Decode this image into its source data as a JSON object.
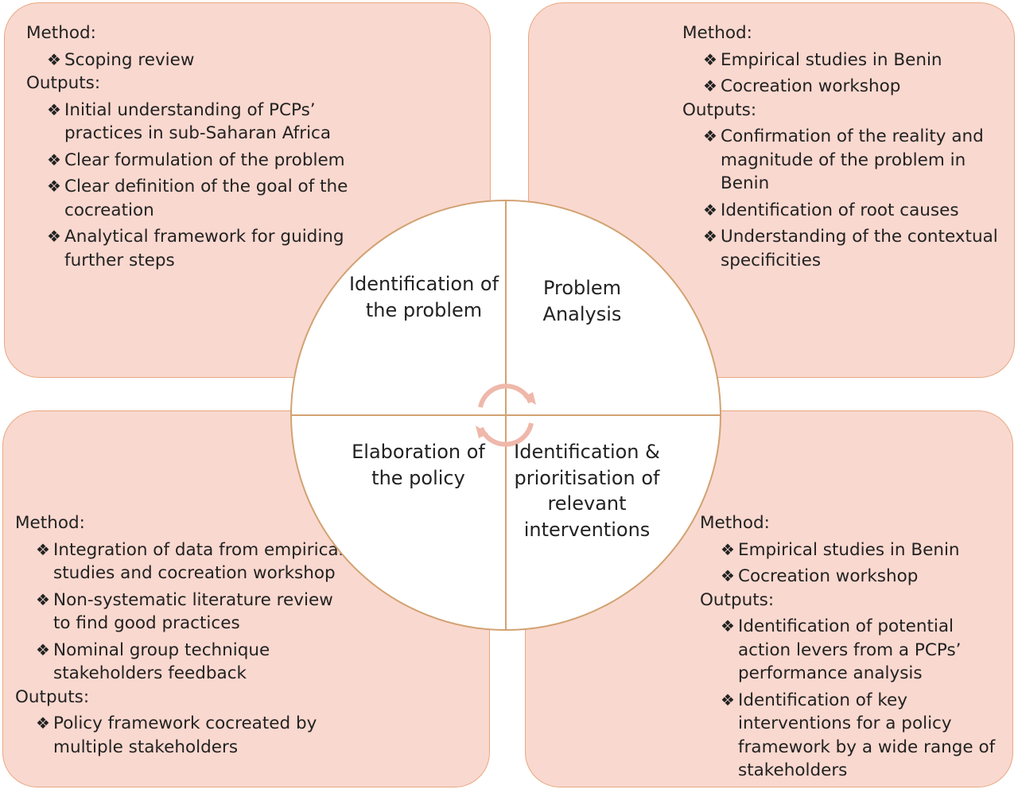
{
  "quadrants": {
    "top_left": {
      "label": "Identification of the problem",
      "method_heading": "Method:",
      "methods": [
        "Scoping review"
      ],
      "outputs_heading": "Outputs:",
      "outputs": [
        "Initial understanding of PCPs’ practices in sub-Saharan Africa",
        "Clear formulation of the problem",
        "Clear definition of the goal of the cocreation",
        "Analytical framework for guiding further steps"
      ]
    },
    "top_right": {
      "label": "Problem Analysis",
      "method_heading": "Method:",
      "methods": [
        "Empirical studies in Benin",
        "Cocreation workshop"
      ],
      "outputs_heading": "Outputs:",
      "outputs": [
        "Confirmation of the reality and magnitude of the problem in Benin",
        "Identification of root causes",
        "Understanding of the contextual specificities"
      ]
    },
    "bottom_left": {
      "label": "Elaboration of the policy",
      "method_heading": "Method:",
      "methods": [
        "Integration of data from empirical studies and cocreation workshop",
        "Non-systematic literature review to find good practices",
        "Nominal group technique stakeholders feedback"
      ],
      "outputs_heading": "Outputs:",
      "outputs": [
        "Policy framework cocreated by multiple stakeholders"
      ]
    },
    "bottom_right": {
      "label": "Identification & prioritisation of relevant interventions",
      "method_heading": "Method:",
      "methods": [
        "Empirical studies in Benin",
        "Cocreation workshop"
      ],
      "outputs_heading": "Outputs:",
      "outputs": [
        "Identification of potential action levers from a PCPs’ performance analysis",
        "Identification of key interventions  for  a policy framework by a wide range of stakeholders"
      ]
    }
  },
  "bullet_symbol": "❖",
  "colors": {
    "box_fill": "#f9d8cf",
    "box_border": "#e8a882",
    "divider": "#d2a272",
    "cycle_arrow": "#efb8aa"
  },
  "icons": {
    "center": "cycle-arrows-icon"
  }
}
